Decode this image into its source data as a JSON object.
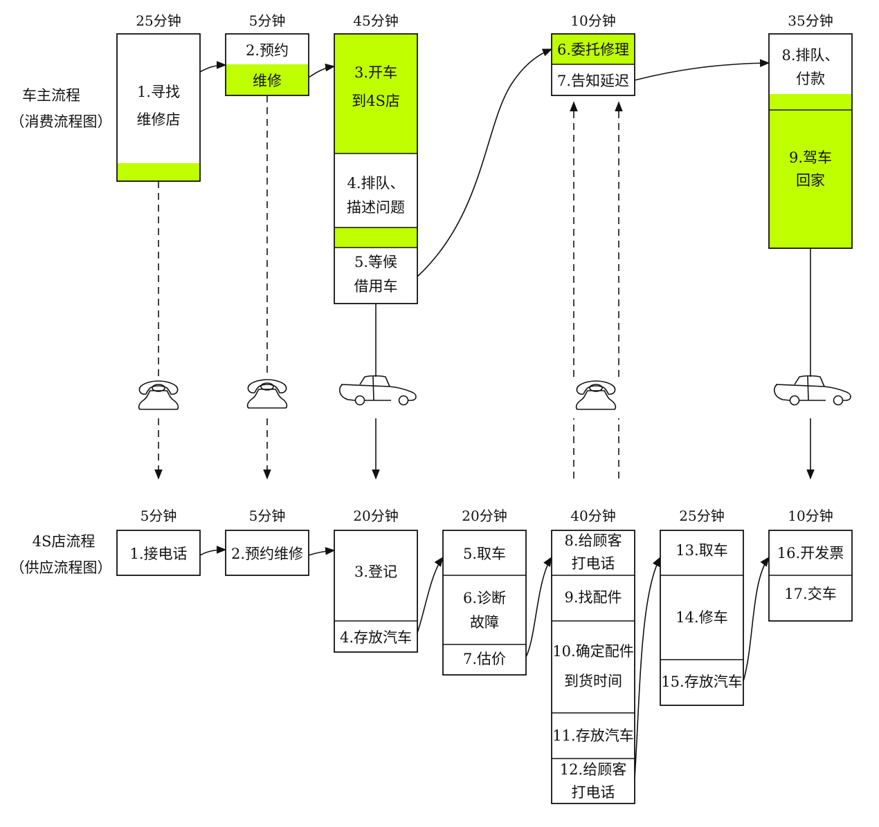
{
  "colors": {
    "highlight": "#c0ff00",
    "stroke": "#111111",
    "background": "#ffffff"
  },
  "lanes": {
    "owner": {
      "title": "车主流程",
      "subtitle": "（消费流程图）"
    },
    "shop": {
      "title": "4S店流程",
      "subtitle": "（供应流程图）"
    }
  },
  "owner_steps": [
    {
      "duration": "25分钟",
      "sections": [
        {
          "lines": [
            "1.寻找",
            "维修店"
          ],
          "highlight": false
        },
        {
          "lines": [],
          "highlight": true
        }
      ]
    },
    {
      "duration": "5分钟",
      "sections": [
        {
          "lines": [
            "2.预约"
          ],
          "highlight": false
        },
        {
          "lines": [
            "维修"
          ],
          "highlight": true
        }
      ]
    },
    {
      "duration": "45分钟",
      "sections": [
        {
          "lines": [
            "3.开车",
            "到4S店"
          ],
          "highlight": true
        },
        {
          "lines": [
            "4.排队、",
            "描述问题"
          ],
          "highlight": false
        },
        {
          "lines": [],
          "highlight": true
        },
        {
          "lines": [
            "5.等候",
            "借用车"
          ],
          "highlight": false
        }
      ]
    },
    {
      "duration": "10分钟",
      "sections": [
        {
          "lines": [
            "6.委托修理"
          ],
          "highlight": true
        },
        {
          "lines": [
            "7.告知延迟"
          ],
          "highlight": false
        }
      ]
    },
    {
      "duration": "35分钟",
      "sections": [
        {
          "lines": [
            "8.排队、",
            "付款"
          ],
          "highlight": false
        },
        {
          "lines": [],
          "highlight": true
        },
        {
          "lines": [
            "9.驾车",
            "回家"
          ],
          "highlight": true
        }
      ]
    }
  ],
  "shop_steps": [
    {
      "duration": "5分钟",
      "sections": [
        {
          "lines": [
            "1.接电话"
          ]
        }
      ]
    },
    {
      "duration": "5分钟",
      "sections": [
        {
          "lines": [
            "2.预约维修"
          ]
        }
      ]
    },
    {
      "duration": "20分钟",
      "sections": [
        {
          "lines": [
            "3.登记"
          ]
        },
        {
          "lines": [
            "4.存放汽车"
          ]
        }
      ]
    },
    {
      "duration": "20分钟",
      "sections": [
        {
          "lines": [
            "5.取车"
          ]
        },
        {
          "lines": [
            "6.诊断",
            "故障"
          ]
        },
        {
          "lines": [
            "7.估价"
          ]
        }
      ]
    },
    {
      "duration": "40分钟",
      "sections": [
        {
          "lines": [
            "8.给顾客",
            "打电话"
          ]
        },
        {
          "lines": [
            "9.找配件"
          ]
        },
        {
          "lines": [
            "10.确定配件",
            "到货时间"
          ]
        },
        {
          "lines": [
            "11.存放汽车"
          ]
        },
        {
          "lines": [
            "12.给顾客",
            "打电话"
          ]
        }
      ]
    },
    {
      "duration": "25分钟",
      "sections": [
        {
          "lines": [
            "13.取车"
          ]
        },
        {
          "lines": [
            "14.修车"
          ]
        },
        {
          "lines": [
            "15.存放汽车"
          ]
        }
      ]
    },
    {
      "duration": "10分钟",
      "sections": [
        {
          "lines": [
            "16.开发票"
          ]
        },
        {
          "lines": [
            "17.交车"
          ]
        }
      ]
    }
  ],
  "connectors": [
    {
      "type": "phone",
      "direction": "down",
      "style": "dashed"
    },
    {
      "type": "phone",
      "direction": "down",
      "style": "dashed"
    },
    {
      "type": "car",
      "direction": "down",
      "style": "solid"
    },
    {
      "type": "phone",
      "direction": "up",
      "style": "dashed"
    },
    {
      "type": "car",
      "direction": "down",
      "style": "solid"
    }
  ]
}
